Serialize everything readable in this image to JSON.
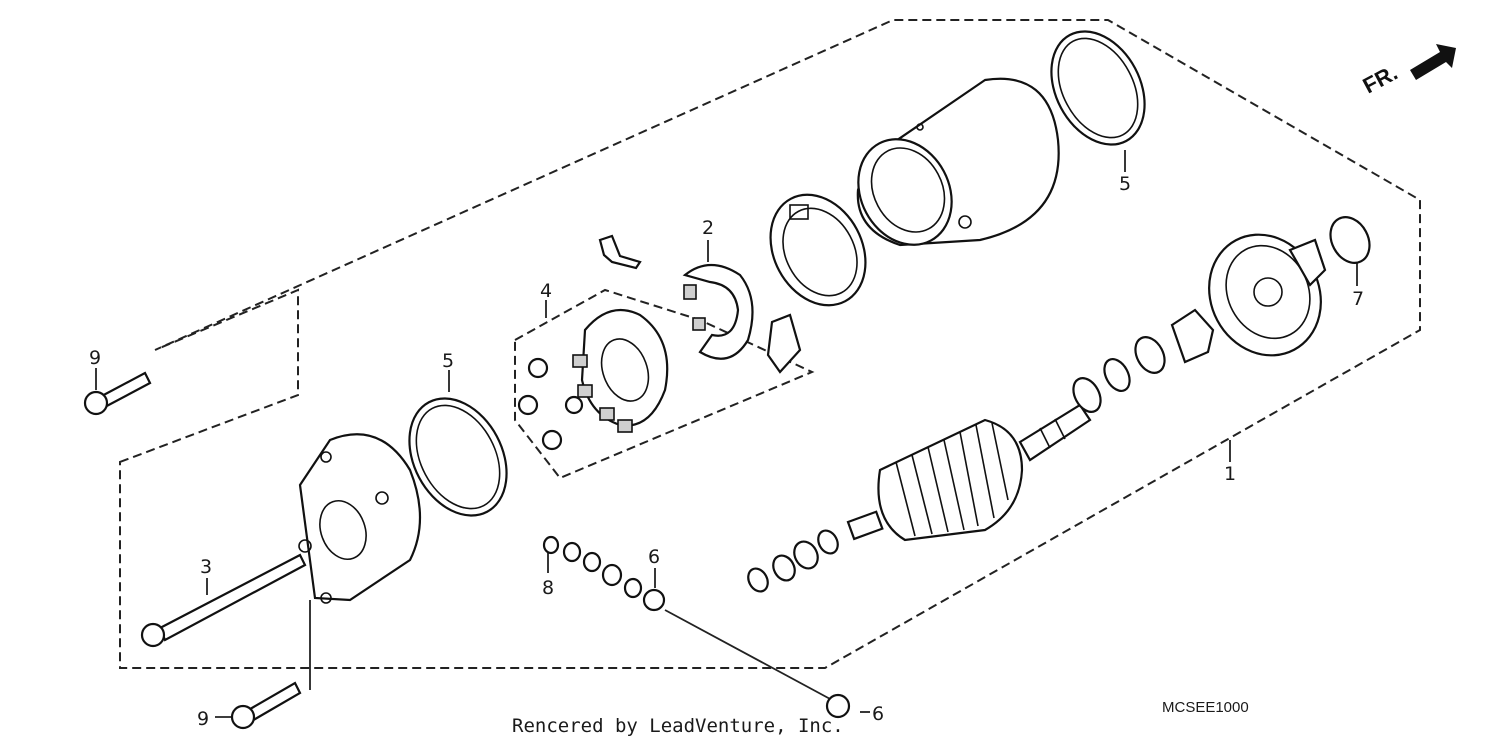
{
  "diagram": {
    "callouts": [
      {
        "id": "callout-1",
        "text": "1"
      },
      {
        "id": "callout-2",
        "text": "2"
      },
      {
        "id": "callout-3",
        "text": "3"
      },
      {
        "id": "callout-4",
        "text": "4"
      },
      {
        "id": "callout-5a",
        "text": "5"
      },
      {
        "id": "callout-5b",
        "text": "5"
      },
      {
        "id": "callout-6a",
        "text": "6"
      },
      {
        "id": "callout-6b",
        "text": "6"
      },
      {
        "id": "callout-7",
        "text": "7"
      },
      {
        "id": "callout-8",
        "text": "8"
      },
      {
        "id": "callout-9a",
        "text": "9"
      },
      {
        "id": "callout-9b",
        "text": "9"
      }
    ],
    "direction_label": "FR.",
    "diagram_code": "MCSEE1000",
    "render_credit": "Rencered by LeadVenture, Inc."
  }
}
